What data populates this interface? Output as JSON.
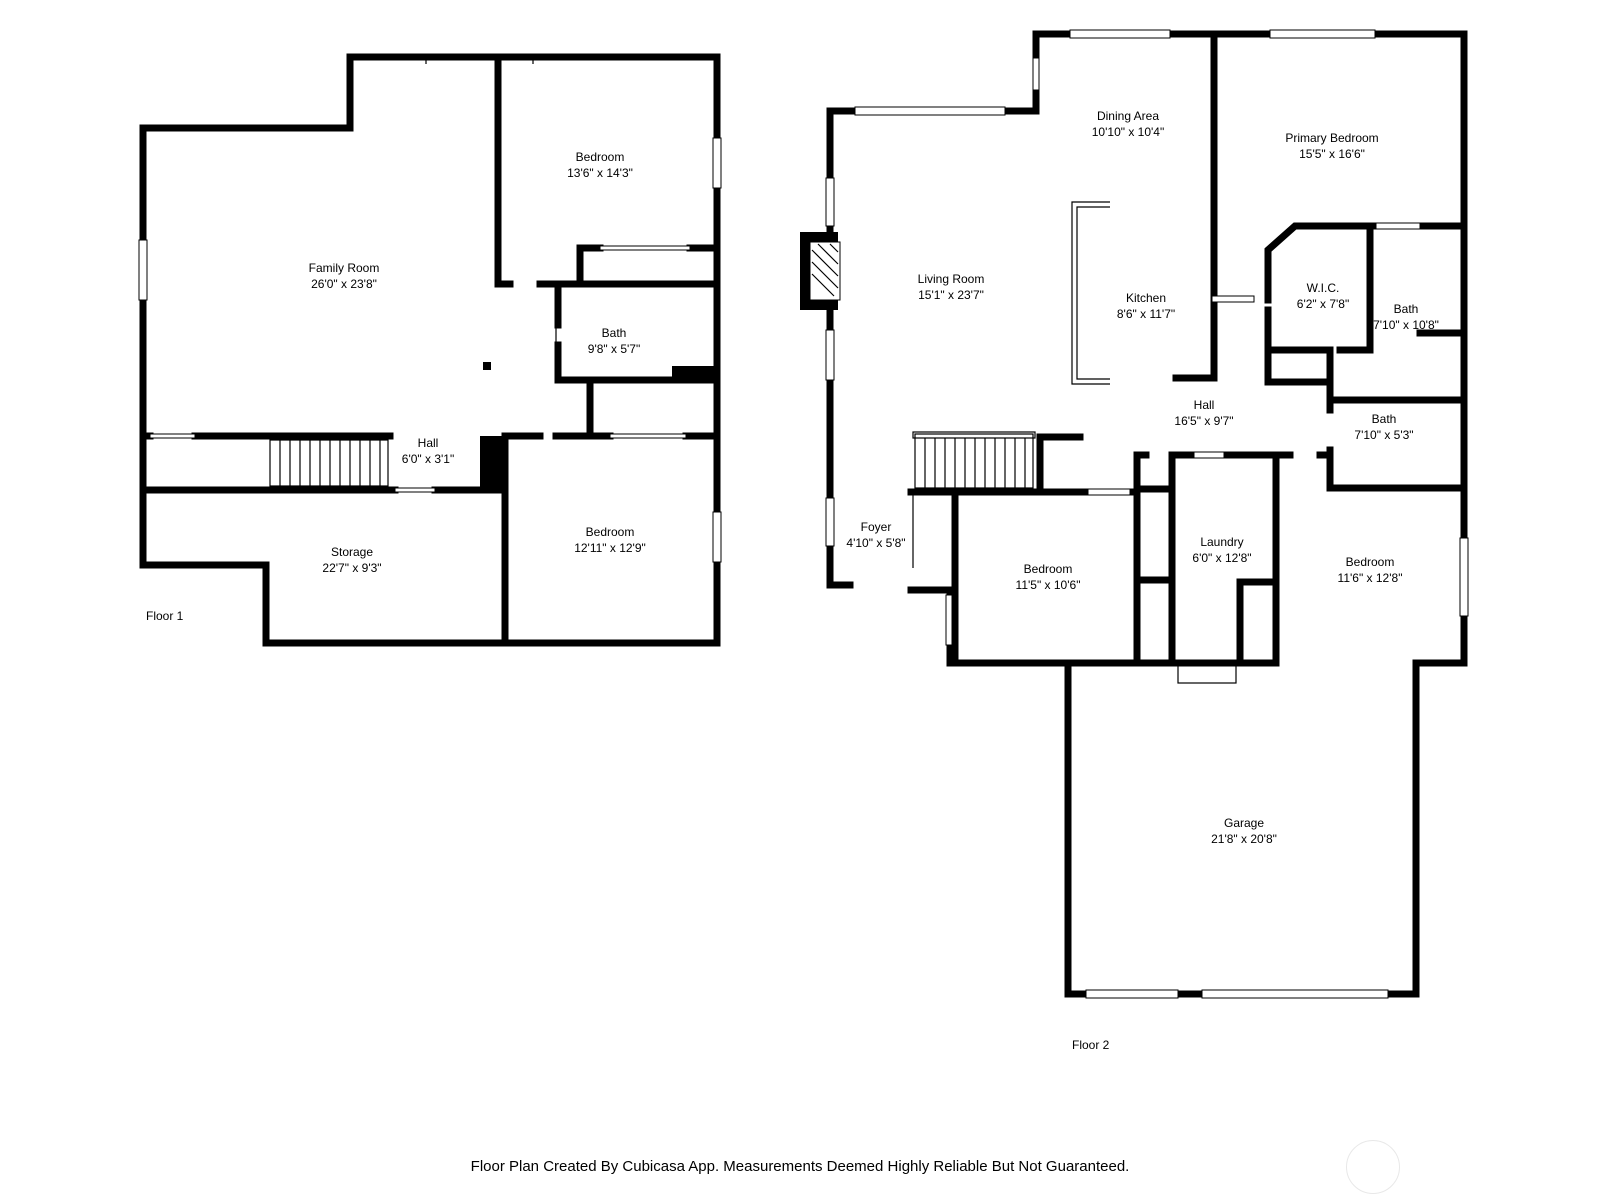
{
  "floors": [
    {
      "label": "Floor 1",
      "rooms": [
        {
          "name": "Family Room",
          "size": "26'0\" x 23'8\""
        },
        {
          "name": "Bedroom",
          "size": "13'6\" x 14'3\""
        },
        {
          "name": "Bath",
          "size": "9'8\" x 5'7\""
        },
        {
          "name": "Hall",
          "size": "6'0\" x 3'1\""
        },
        {
          "name": "Storage",
          "size": "22'7\" x 9'3\""
        },
        {
          "name": "Bedroom",
          "size": "12'11\" x 12'9\""
        }
      ]
    },
    {
      "label": "Floor 2",
      "rooms": [
        {
          "name": "Dining Area",
          "size": "10'10\" x 10'4\""
        },
        {
          "name": "Primary Bedroom",
          "size": "15'5\" x 16'6\""
        },
        {
          "name": "Living Room",
          "size": "15'1\" x 23'7\""
        },
        {
          "name": "Kitchen",
          "size": "8'6\" x 11'7\""
        },
        {
          "name": "W.I.C.",
          "size": "6'2\" x 7'8\""
        },
        {
          "name": "Bath",
          "size": "7'10\" x 10'8\""
        },
        {
          "name": "Hall",
          "size": "16'5\" x 9'7\""
        },
        {
          "name": "Bath",
          "size": "7'10\" x 5'3\""
        },
        {
          "name": "Foyer",
          "size": "4'10\" x 5'8\""
        },
        {
          "name": "Laundry",
          "size": "6'0\" x 12'8\""
        },
        {
          "name": "Bedroom",
          "size": "11'5\" x 10'6\""
        },
        {
          "name": "Bedroom",
          "size": "11'6\" x 12'8\""
        },
        {
          "name": "Garage",
          "size": "21'8\" x 20'8\""
        }
      ]
    }
  ],
  "footer": "Floor Plan Created By Cubicasa App. Measurements Deemed Highly Reliable But Not Guaranteed."
}
